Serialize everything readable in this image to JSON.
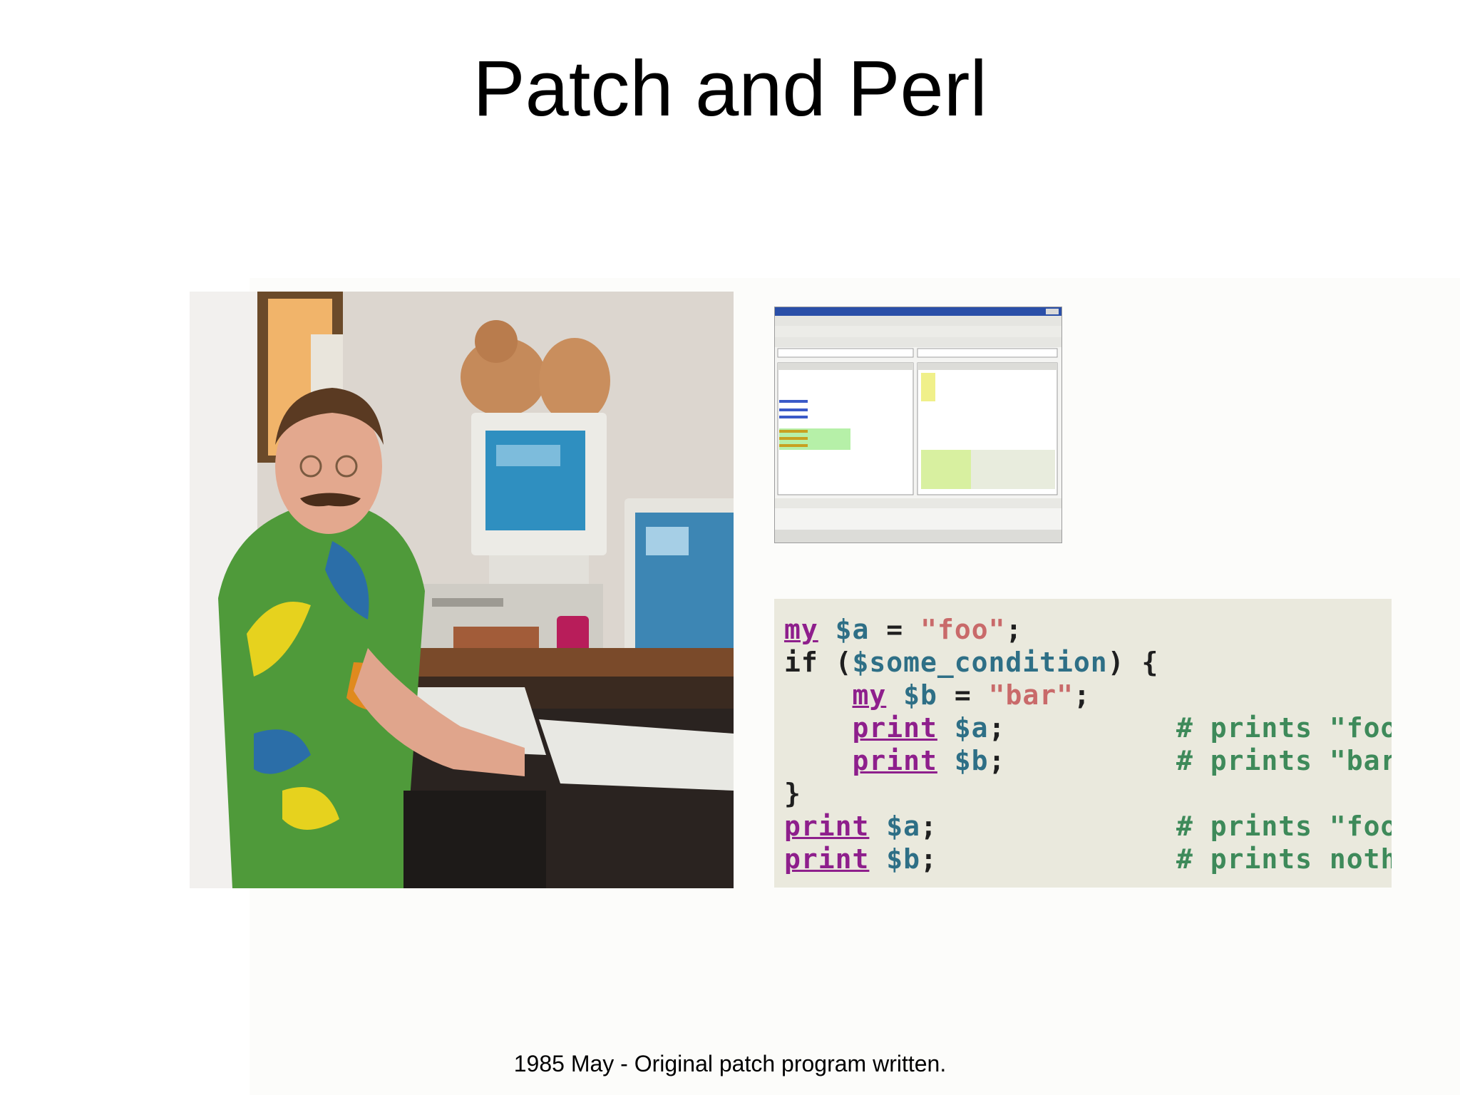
{
  "slide": {
    "title": "Patch and Perl",
    "caption": "1985 May - Original patch program written."
  },
  "code": {
    "lines": [
      {
        "kw": "my",
        "var": "$a",
        "eq": " = ",
        "str": "\"foo\"",
        "end": ";"
      },
      {
        "plain1": "if (",
        "var": "$some_condition",
        "plain2": ") {"
      },
      {
        "indent": "    ",
        "kw": "my",
        "var": "$b",
        "eq": " = ",
        "str": "\"bar\"",
        "end": ";"
      },
      {
        "indent": "    ",
        "kw": "print",
        "var": "$a",
        "end": ";",
        "comment": "# prints \"foo\""
      },
      {
        "indent": "    ",
        "kw": "print",
        "var": "$b",
        "end": ";",
        "comment": "# prints \"bar\""
      },
      {
        "plain1": "}"
      },
      {
        "kw": "print",
        "var": "$a",
        "end": ";",
        "comment": "# prints \"foo\""
      },
      {
        "kw": "print",
        "var": "$b",
        "end": ";",
        "comment": "# prints nothi"
      }
    ]
  },
  "colors": {
    "keyword": "#8e1f8c",
    "variable": "#2e6f86",
    "string": "#c96a6a",
    "comment": "#3e8a5a",
    "code_background": "#eae9dd"
  }
}
